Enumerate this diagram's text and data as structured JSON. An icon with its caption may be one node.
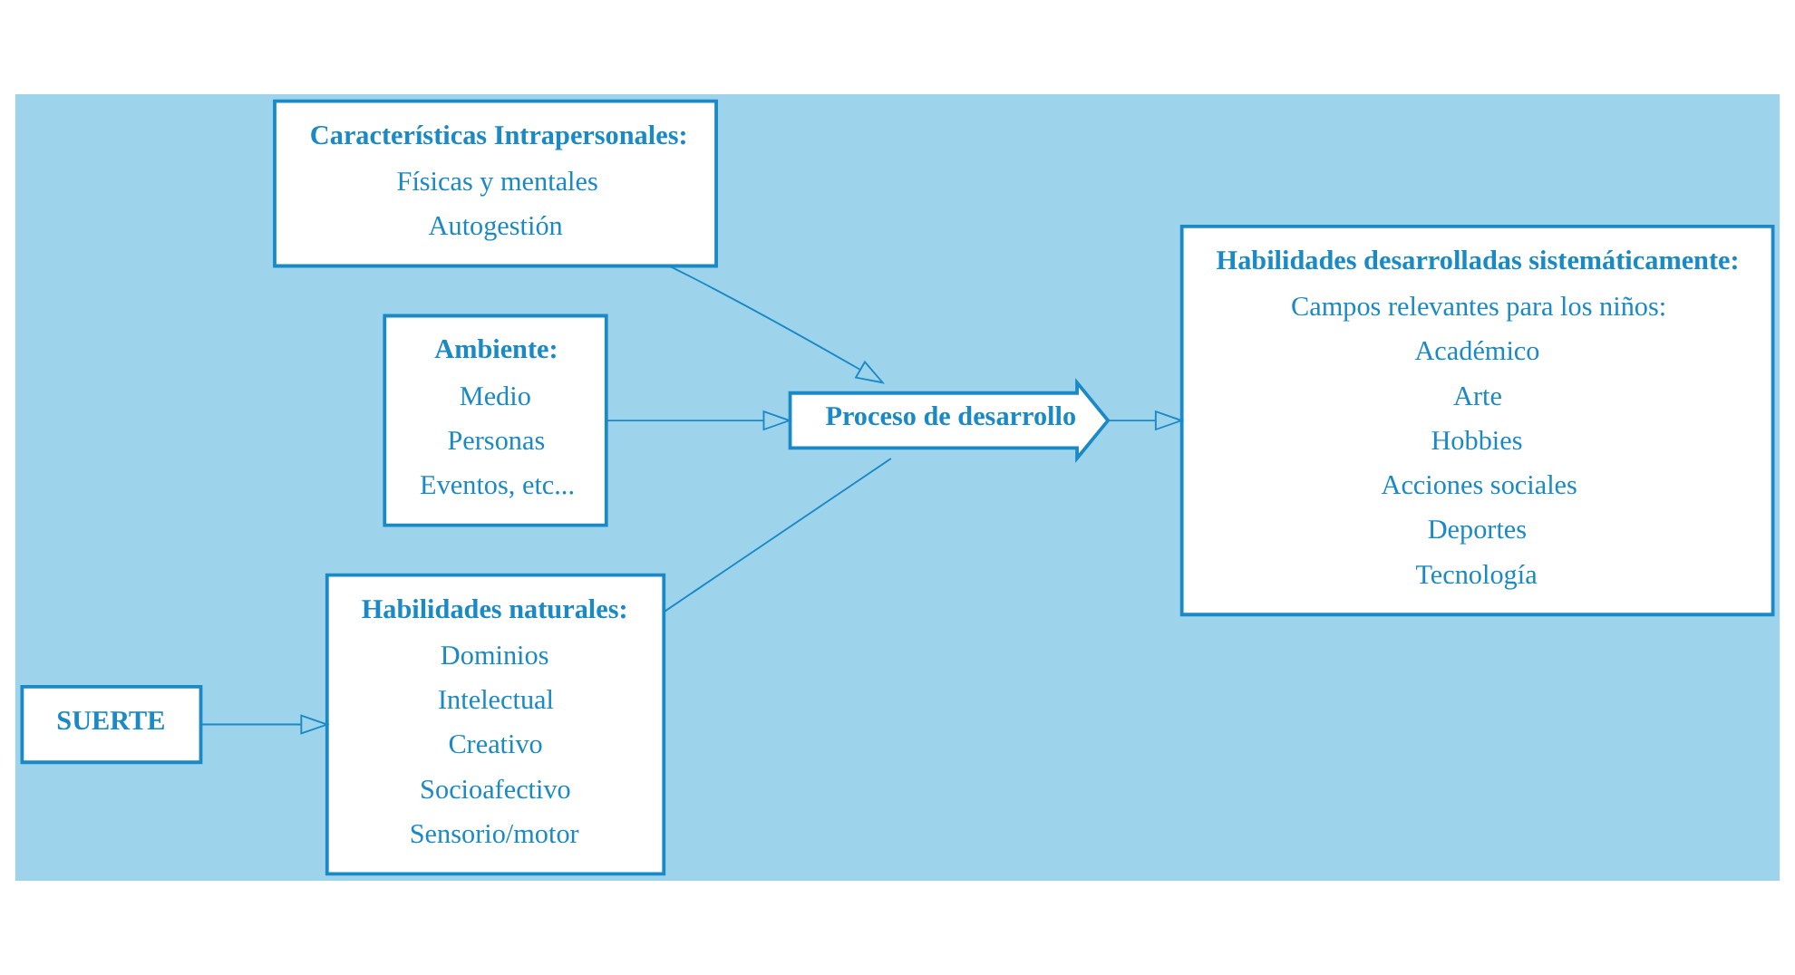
{
  "diagram": {
    "nodes": [
      {
        "text": [
          "Habilidades naturales:",
          "Dominios",
          "Intelectual",
          "Creativo",
          "Socioafectivo",
          "Sensorio/motor"
        ]
      },
      {
        "text": [
          "Características Intrapersonales:",
          "Físicas y mentales",
          "Autogestión"
        ]
      },
      {
        "text": [
          "Habilidades desarrolladas sistemáticamente:",
          "Campos relevantes para los niños:",
          "Académico",
          "Arte",
          "Hobbies",
          "Acciones sociales",
          "Deportes",
          "Tecnología"
        ]
      },
      {
        "text": [
          "Proceso de desarrollo"
        ]
      },
      {
        "text": [
          "SUERTE"
        ]
      },
      {
        "text": [
          "Ambiente:",
          "Medio",
          "Personas",
          "Eventos, etc..."
        ]
      }
    ],
    "edges": [
      {
        "from": 4,
        "to": 0,
        "arrow": "to"
      },
      {
        "from": 1,
        "to": 3,
        "arrow": "to"
      },
      {
        "from": 5,
        "to": 3,
        "arrow": "to"
      },
      {
        "from": 0,
        "to": 3,
        "arrow": "none"
      },
      {
        "from": 3,
        "to": 2,
        "arrow": "to"
      }
    ]
  }
}
